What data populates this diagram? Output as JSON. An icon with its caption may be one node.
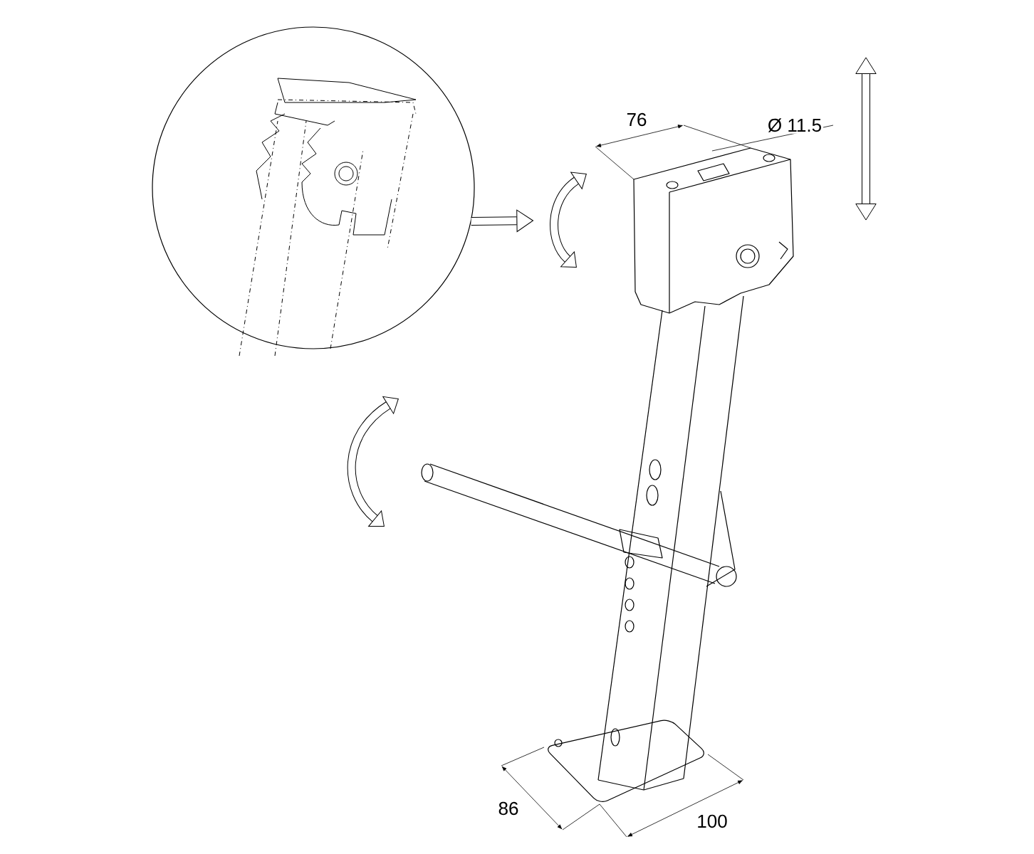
{
  "diagram": {
    "nodes": [
      {
        "text": [],
        "shape": "circle"
      },
      {
        "text": [],
        "shape": "picture"
      }
    ],
    "edges": [
      {
        "from": 0,
        "to": 1,
        "arrow": "to"
      }
    ],
    "labels": [
      "76",
      "Ø 11.5",
      "86",
      "100"
    ]
  }
}
